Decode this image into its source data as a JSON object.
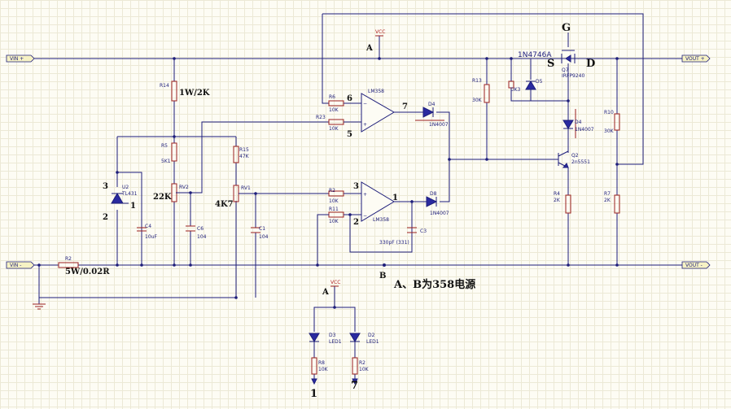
{
  "ports": {
    "vin_plus": "VIN +",
    "vin_minus": "VIN -",
    "vout_plus": "VOUT +",
    "vout_minus": "VOUT -"
  },
  "nodes": {
    "a": "A",
    "b": "B",
    "vcc": "VCC",
    "vcc2": "VCC",
    "a2": "A"
  },
  "note": "A、B为358电源",
  "components": {
    "r14": "R14",
    "r14_val": "1W/2K",
    "r5": "R5",
    "r5_val": "5K1",
    "rv2": "RV2",
    "rv2_val": "22K",
    "r15": "R15",
    "r15_val": "47K",
    "rv1": "RV1",
    "rv1_val": "4K7",
    "u2": "U2",
    "u2_val": "TL431",
    "c4": "C4",
    "c4_val": "10uF",
    "c6": "C6",
    "c6_val": "104",
    "c1": "C1",
    "c1_val": "104",
    "r2": "R2",
    "r2_val": "5W/0.02R",
    "r6": "R6",
    "r6_val": "10K",
    "r23": "R23",
    "r23_val": "10K",
    "u_top": "LM358",
    "r_op2": "R2",
    "r_op2_val": "10K",
    "r11": "R11",
    "r11_val": "10K",
    "u_bot": "LM358",
    "c3": "C3",
    "c3_val": "330pF (331)",
    "d4a": "D4",
    "d4a_val": "1N4007",
    "d8": "D8",
    "d8_val": "1N4007",
    "r13": "R13",
    "r13_val": "30K",
    "dk3": "DK3",
    "d5": "D5",
    "zener": "1N4746A",
    "q7": "Q7",
    "q7_val": "IRFP9240",
    "d4b": "D4",
    "d4b_val": "1N4007",
    "q2": "Q2",
    "q2_val": "2n5551",
    "r4": "R4",
    "r4_val": "2K",
    "r10": "R10",
    "r10_val": "30K",
    "r7": "R7",
    "r7_val": "2K",
    "d3": "D3",
    "d3_val": "LED1",
    "d2": "D2",
    "d2_val": "LED1",
    "r8": "R8",
    "r8_val": "10K",
    "r_led2": "R2",
    "r_led2_val": "10K"
  },
  "pins": {
    "p6": "6",
    "p5": "5",
    "p7": "7",
    "p3": "3",
    "p2": "2",
    "p1": "1",
    "u2_3": "3",
    "u2_2": "2",
    "u2_1": "1",
    "g": "G",
    "s": "S",
    "d": "D",
    "led_1": "1",
    "led_7": "7"
  }
}
